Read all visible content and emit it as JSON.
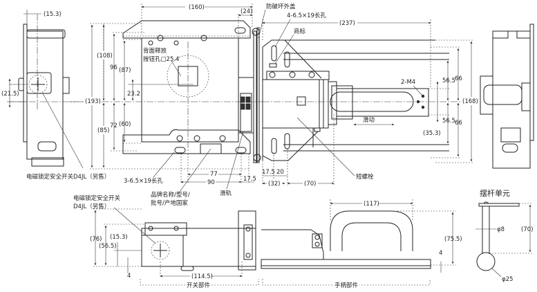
{
  "side_view_left": {
    "dim_15_3": "(15.3)",
    "dim_21_5": "(21.5)",
    "callout_switch": "电磁锁定安全开关D4JL（另售）"
  },
  "front_view": {
    "dim_160": "(160)",
    "dim_24": "(24)",
    "dim_108": "(108)",
    "dim_96": "96",
    "dim_87": "(87)",
    "dim_23_2": "23.2",
    "dim_193": "(193)",
    "dim_72": "72",
    "dim_60": "(60)",
    "dim_85": "(85)",
    "dim_77": "77",
    "dim_90": "90",
    "dim_17_5_right": "17.5",
    "callout_release_line1": "背面释放",
    "callout_release_line2": "按钮孔□25.4",
    "callout_holes": "3-6.5×19长孔",
    "callout_nameplate_line1": "品牌名称/型号/",
    "callout_nameplate_line2": "批号/产地国家",
    "callout_rail": "滑轨"
  },
  "handle_view": {
    "callout_cover": "防破坏外盖",
    "callout_holes": "4-6.5×19长孔",
    "callout_trademark": "商标",
    "dim_237": "(237)",
    "callout_m4": "2-M4",
    "dim_56_5_top": "56.5",
    "dim_56_5_bottom": "56.5",
    "dim_66_top": "66",
    "dim_66_bottom": "66",
    "dim_168": "(168)",
    "dim_35_3": "(35.3)",
    "label_slide": "滑动",
    "callout_bolt": "短螺栓",
    "dim_17_5": "17.5",
    "dim_20": "20",
    "dim_32": "(32)",
    "dim_70": "(70)"
  },
  "bottom_view": {
    "callout_switch_line1": "电磁锁定安全开关",
    "callout_switch_line2": "D4JL（另售）",
    "dim_76": "(76)",
    "dim_56_5": "(56.5)",
    "dim_15_3": "(15.3)",
    "dim_4_left": "4",
    "dim_114_5": "(114.5)",
    "label_switch_part": "开关部件",
    "dim_117": "(117)",
    "dim_75_5": "(75.5)",
    "dim_4_right": "4",
    "label_handle_part": "手柄部件"
  },
  "lever_unit": {
    "title": "摆杆单元",
    "dim_phi8": "φ8",
    "dim_70": "(70)",
    "dim_phi25": "φ25"
  }
}
